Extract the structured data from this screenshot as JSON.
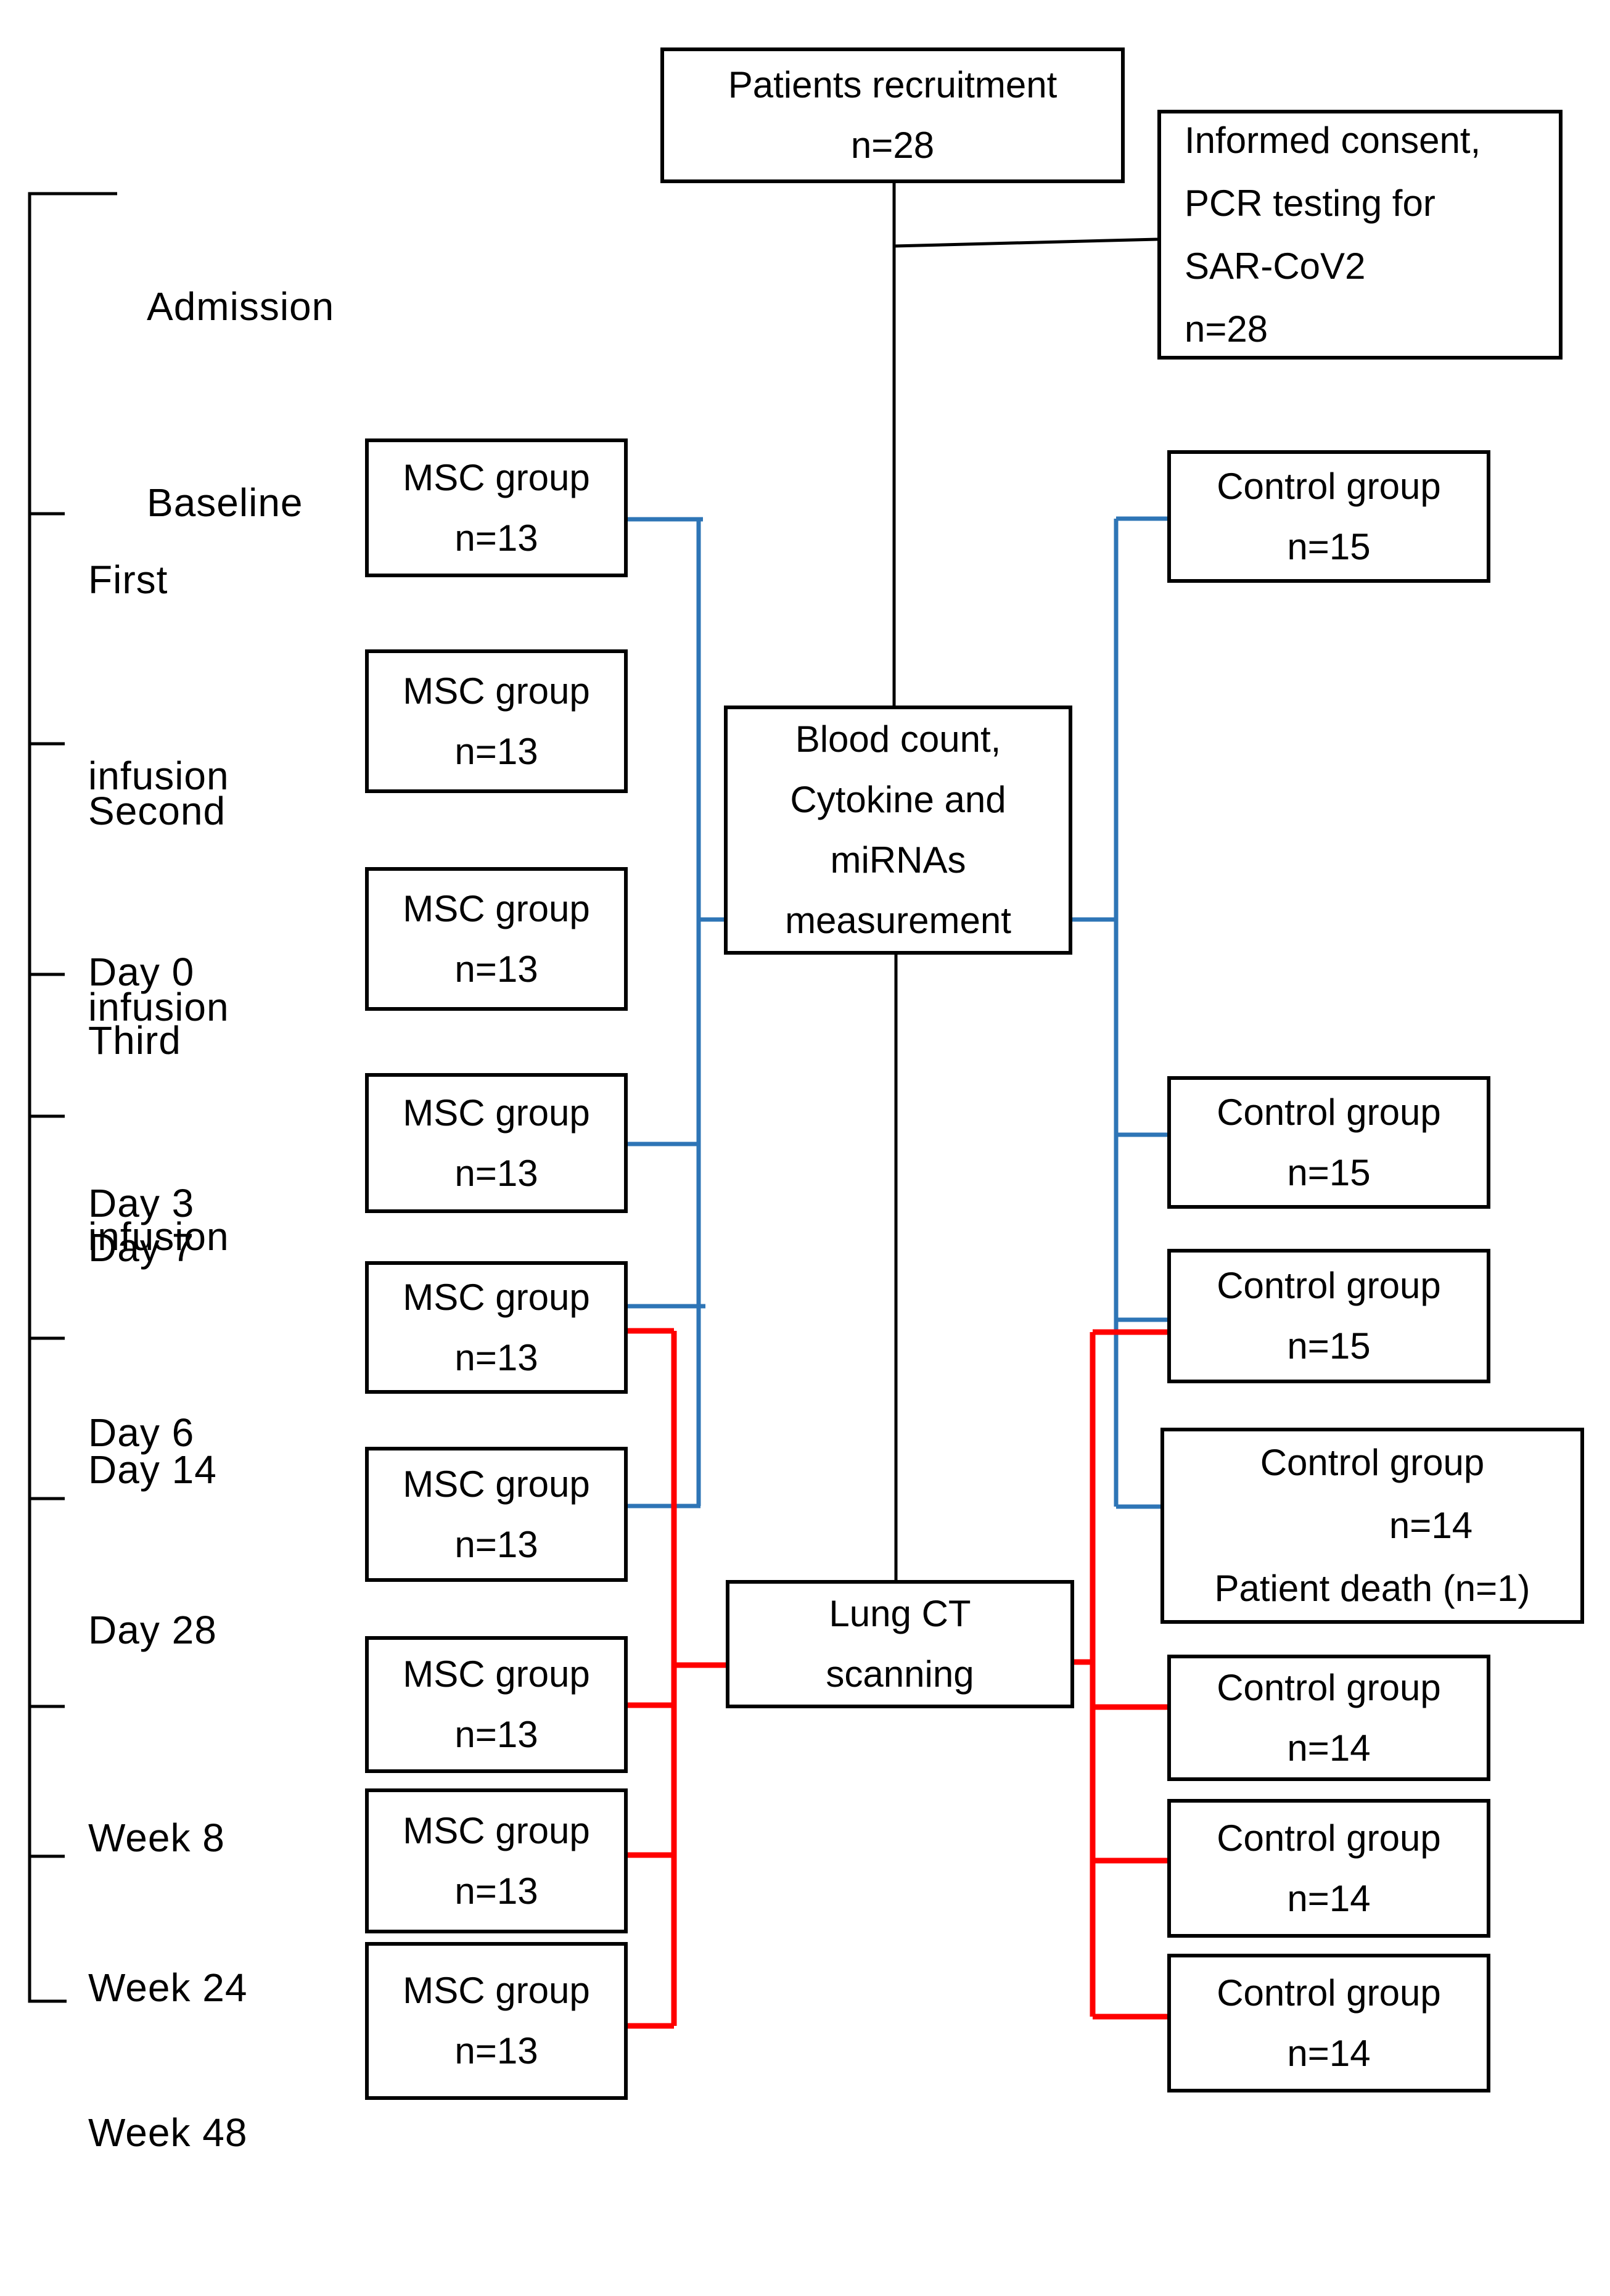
{
  "colors": {
    "black_line": "#000000",
    "blue_line": "#2E75B6",
    "red_line": "#FF0000",
    "box_border": "#000000",
    "box_background": "#FFFFFF",
    "text": "#000000"
  },
  "top": {
    "recruitment": {
      "line1": "Patients recruitment",
      "line2": "n=28"
    },
    "consent": {
      "line1": "Informed consent,",
      "line2": "PCR testing for",
      "line3": "SAR-CoV2",
      "line4": "n=28"
    }
  },
  "center": {
    "blood": {
      "line1": "Blood count,",
      "line2": "Cytokine and",
      "line3": "miRNAs",
      "line4": "measurement"
    },
    "lung": {
      "line1": "Lung CT",
      "line2": "scanning"
    }
  },
  "timeline": [
    {
      "lines": [
        "Admission",
        "Baseline"
      ]
    },
    {
      "lines": [
        "First",
        "infusion",
        "Day 0"
      ]
    },
    {
      "lines": [
        "Second",
        "infusion",
        "Day 3"
      ]
    },
    {
      "lines": [
        "Third",
        "infusion",
        "Day 6"
      ]
    },
    {
      "lines": [
        "Day 7"
      ]
    },
    {
      "lines": [
        "Day 14"
      ]
    },
    {
      "lines": [
        "Day 28"
      ]
    },
    {
      "lines": [
        "Week 8"
      ]
    },
    {
      "lines": [
        "Week 24"
      ]
    },
    {
      "lines": [
        "Week 48"
      ]
    }
  ],
  "msc": [
    {
      "line1": "MSC group",
      "line2": "n=13"
    },
    {
      "line1": "MSC group",
      "line2": "n=13"
    },
    {
      "line1": "MSC group",
      "line2": "n=13"
    },
    {
      "line1": "MSC group",
      "line2": "n=13"
    },
    {
      "line1": "MSC group",
      "line2": "n=13"
    },
    {
      "line1": "MSC group",
      "line2": "n=13"
    },
    {
      "line1": "MSC group",
      "line2": "n=13"
    },
    {
      "line1": "MSC group",
      "line2": "n=13"
    },
    {
      "line1": "MSC group",
      "line2": "n=13"
    }
  ],
  "control": [
    {
      "line1": "Control group",
      "line2": "n=15"
    },
    {
      "line1": "Control group",
      "line2": "n=15"
    },
    {
      "line1": "Control group",
      "line2": "n=15"
    },
    {
      "line1": "Control group",
      "line2": "n=14",
      "line3": "Patient death (n=1)"
    },
    {
      "line1": "Control group",
      "line2": "n=14"
    },
    {
      "line1": "Control group",
      "line2": "n=14"
    },
    {
      "line1": "Control group",
      "line2": "n=14"
    }
  ]
}
